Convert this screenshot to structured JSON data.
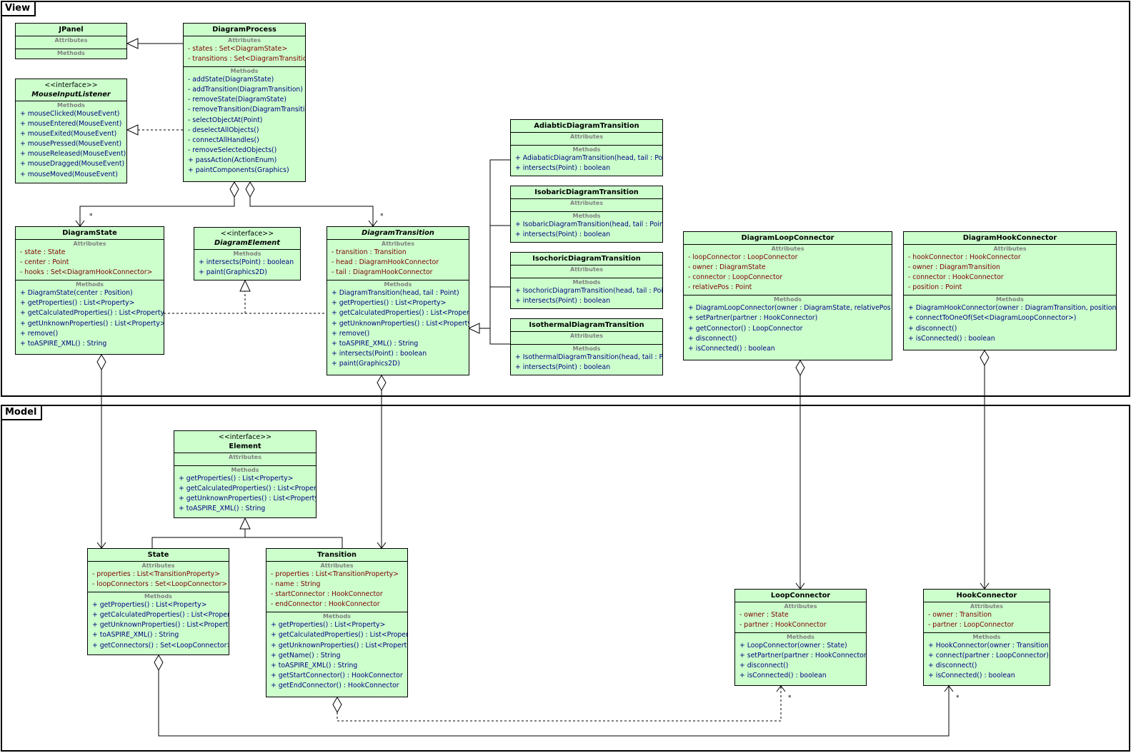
{
  "packages": {
    "view": "View",
    "model": "Model"
  },
  "labels": {
    "attributes": "Attributes",
    "methods": "Methods",
    "interface": "<<interface>>",
    "many": "*"
  },
  "classes": {
    "jpanel": {
      "name": "JPanel",
      "attributes": [],
      "methods": []
    },
    "mouse_input_listener": {
      "name": "MouseInputListener",
      "attributes": [],
      "methods": [
        "+ mouseClicked(MouseEvent)",
        "+ mouseEntered(MouseEvent)",
        "+ mouseExited(MouseEvent)",
        "+ mousePressed(MouseEvent)",
        "+ mouseReleased(MouseEvent)",
        "+ mouseDragged(MouseEvent)",
        "+ mouseMoved(MouseEvent)"
      ]
    },
    "diagram_process": {
      "name": "DiagramProcess",
      "attributes": [
        "- states : Set<DiagramState>",
        "- transitions : Set<DiagramTransition>"
      ],
      "methods": [
        "- addState(DiagramState)",
        "- addTransition(DiagramTransition)",
        "- removeState(DiagramState)",
        "- removeTransition(DiagramTransition)",
        "- selectObjectAt(Point)",
        "- deselectAllObjects()",
        "- connectAllHandles()",
        "- removeSelectedObjects()",
        "+ passAction(ActionEnum)",
        "+ paintComponents(Graphics)"
      ]
    },
    "diagram_state": {
      "name": "DiagramState",
      "attributes": [
        "- state : State",
        "- center : Point",
        "- hooks : Set<DiagramHookConnector>"
      ],
      "methods": [
        "+ DiagramState(center : Position)",
        "+ getProperties() : List<Property>",
        "+ getCalculatedProperties() : List<Property>",
        "+ getUnknownProperties() : List<Property>",
        "+ remove()",
        "+ toASPIRE_XML() : String"
      ]
    },
    "diagram_element": {
      "name": "DiagramElement",
      "attributes": [],
      "methods": [
        "+ intersects(Point) : boolean",
        "+ paint(Graphics2D)"
      ]
    },
    "diagram_transition": {
      "name": "DiagramTransition",
      "attributes": [
        "- transition : Transition",
        "- head : DiagramHookConnector",
        "- tail : DiagramHookConnector"
      ],
      "methods": [
        "+ DiagramTransition(head, tail : Point)",
        "+ getProperties() : List<Property>",
        "+ getCalculatedProperties() : List<Property>",
        "+ getUnknownProperties() : List<Property>",
        "+ remove()",
        "+ toASPIRE_XML() : String",
        "+ intersects(Point) : boolean",
        "+ paint(Graphics2D)"
      ]
    },
    "adiabatic": {
      "name": "AdiabticDiagramTransition",
      "attributes": [],
      "methods": [
        "+ AdiabaticDiagramTransition(head, tail : Point)",
        "+ intersects(Point) : boolean"
      ]
    },
    "isobaric": {
      "name": "IsobaricDiagramTransition",
      "attributes": [],
      "methods": [
        "+ IsobaricDiagramTransition(head, tail : Point)",
        "+ intersects(Point) : boolean"
      ]
    },
    "isochoric": {
      "name": "IsochoricDiagramTransition",
      "attributes": [],
      "methods": [
        "+ IsochoricDiagramTransition(head, tail : Point)",
        "+ intersects(Point) : boolean"
      ]
    },
    "isothermal": {
      "name": "IsothermalDiagramTransition",
      "attributes": [],
      "methods": [
        "+ IsothermalDiagramTransition(head, tail : Point)",
        "+ intersects(Point) : boolean"
      ]
    },
    "diagram_loop_connector": {
      "name": "DiagramLoopConnector",
      "attributes": [
        "- loopConnector : LoopConnector",
        "- owner : DiagramState",
        "- connector : LoopConnector",
        "- relativePos : Point"
      ],
      "methods": [
        "+ DiagramLoopConnector(owner : DiagramState, relativePos : Point)",
        "+ setPartner(partner : HookConnector)",
        "+ getConnector() : LoopConnector",
        "+ disconnect()",
        "+ isConnected() : boolean"
      ]
    },
    "diagram_hook_connector": {
      "name": "DiagramHookConnector",
      "attributes": [
        "- hookConnector : HookConnector",
        "- owner : DiagramTransition",
        "- connector : HookConnector",
        "- position : Point"
      ],
      "methods": [
        "+ DiagramHookConnector(owner : DiagramTransition, position : Point)",
        "+ connectToOneOf(Set<DiagramLoopConnector>)",
        "+ disconnect()",
        "+ isConnected() : boolean"
      ]
    },
    "element": {
      "name": "Element",
      "attributes": [],
      "methods": [
        "+ getProperties() : List<Property>",
        "+ getCalculatedProperties() : List<Property>",
        "+ getUnknownProperties() : List<Property>",
        "+ toASPIRE_XML() : String"
      ]
    },
    "state": {
      "name": "State",
      "attributes": [
        "- properties : List<TransitionProperty>",
        "- loopConnectors : Set<LoopConnector>"
      ],
      "methods": [
        "+ getProperties() : List<Property>",
        "+ getCalculatedProperties() : List<Property>",
        "+ getUnknownProperties() : List<Property>",
        "+ toASPIRE_XML() : String",
        "+ getConnectors() : Set<LoopConnector>"
      ]
    },
    "transition": {
      "name": "Transition",
      "attributes": [
        "- properties : List<TransitionProperty>",
        "- name : String",
        "- startConnector : HookConnector",
        "- endConnector : HookConnector"
      ],
      "methods": [
        "+ getProperties() : List<Property>",
        "+ getCalculatedProperties() : List<Property>",
        "+ getUnknownProperties() : List<Property>",
        "+ getName() : String",
        "+ toASPIRE_XML() : String",
        "+ getStartConnector() : HookConnector",
        "+ getEndConnector() : HookConnector"
      ]
    },
    "loop_connector": {
      "name": "LoopConnector",
      "attributes": [
        "- owner : State",
        "- partner : HookConnector"
      ],
      "methods": [
        "+ LoopConnector(owner : State)",
        "+ setPartner(partner : HookConnector)",
        "+ disconnect()",
        "+ isConnected() : boolean"
      ]
    },
    "hook_connector": {
      "name": "HookConnector",
      "attributes": [
        "- owner : Transition",
        "- partner : LoopConnector"
      ],
      "methods": [
        "+ HookConnector(owner : Transition)",
        "+ connect(partner : LoopConnector)",
        "+ disconnect()",
        "+ isConnected() : boolean"
      ]
    }
  }
}
